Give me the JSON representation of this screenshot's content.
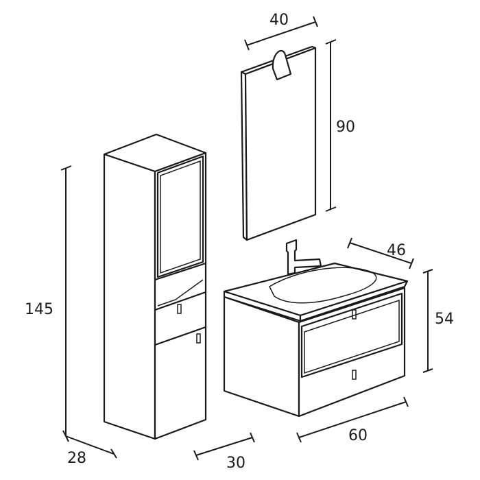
{
  "dimensions": {
    "mirror_width": "40",
    "mirror_height": "90",
    "column_height": "145",
    "column_depth": "28",
    "column_width": "30",
    "vanity_depth": "46",
    "vanity_height": "54",
    "vanity_width": "60"
  }
}
